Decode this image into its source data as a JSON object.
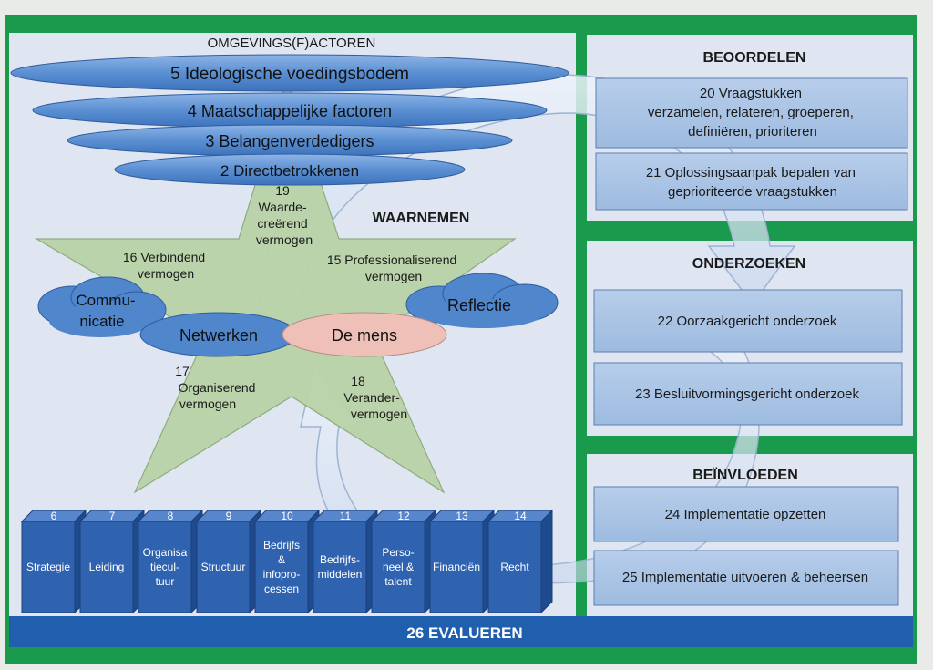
{
  "env": {
    "header": "OMGEVINGS(F)ACTOREN",
    "ellipses": [
      "5 Ideologische voedingsbodem",
      "4 Maatschappelijke factoren",
      "3 Belangenverdedigers",
      "2 Directbetrokkenen"
    ]
  },
  "star": {
    "heading": "WAARNEMEN",
    "cap19": [
      "19",
      "Waarde-",
      "creërend",
      "vermogen"
    ],
    "cap16": [
      "16 Verbindend",
      "vermogen"
    ],
    "cap15": [
      "15 Professionaliserend",
      "vermogen"
    ],
    "cap17": [
      "17",
      "Organiserend",
      "vermogen"
    ],
    "cap18": [
      "18",
      "Verander-",
      "vermogen"
    ],
    "communicatie": [
      "Commu-",
      "nicatie"
    ],
    "reflectie": "Reflectie",
    "netwerken": "Netwerken",
    "mens": "De mens"
  },
  "blocks": [
    {
      "num": "6",
      "lines": [
        "Strategie"
      ]
    },
    {
      "num": "7",
      "lines": [
        "Leiding"
      ]
    },
    {
      "num": "8",
      "lines": [
        "Organisa",
        "tiecul-",
        "tuur"
      ]
    },
    {
      "num": "9",
      "lines": [
        "Structuur"
      ]
    },
    {
      "num": "10",
      "lines": [
        "Bedrijfs",
        "&",
        "infopro-",
        "cessen"
      ]
    },
    {
      "num": "11",
      "lines": [
        "Bedrijfs-",
        "middelen"
      ]
    },
    {
      "num": "12",
      "lines": [
        "Perso-",
        "neel &",
        "talent"
      ]
    },
    {
      "num": "13",
      "lines": [
        "Financiën"
      ]
    },
    {
      "num": "14",
      "lines": [
        "Recht"
      ]
    }
  ],
  "phases": {
    "beoordelen": {
      "title": "BEOORDELEN",
      "step20": [
        "20 Vraagstukken",
        "verzamelen, relateren, groeperen,",
        "definiëren, prioriteren"
      ],
      "step21": [
        "21 Oplossingsaanpak bepalen van",
        "geprioriteerde vraagstukken"
      ]
    },
    "onderzoeken": {
      "title": "ONDERZOEKEN",
      "step22": "22 Oorzaakgericht onderzoek",
      "step23": "23 Besluitvormingsgericht onderzoek"
    },
    "beinvloeden": {
      "title": "BEÏNVLOEDEN",
      "step24": "24 Implementatie opzetten",
      "step25": "25 Implementatie uitvoeren & beheersen"
    }
  },
  "footer": "26 EVALUEREN",
  "colors": {
    "green": "#1a9a4c",
    "blue": "#1f5fae",
    "panel": "#dfe6f1",
    "box": "#a8c3e3",
    "star": "#b9d3a8",
    "ellipse": "#4f86cc",
    "mens": "#eec0b8",
    "block": "#2f63b0"
  }
}
